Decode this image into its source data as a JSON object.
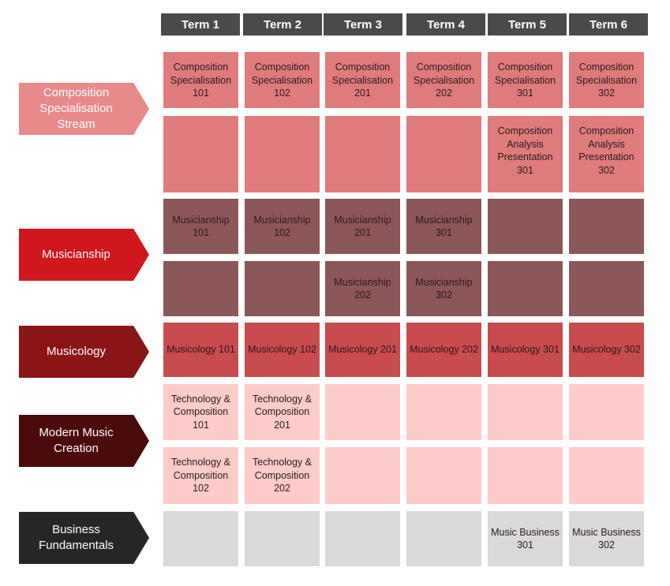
{
  "terms": [
    "Term 1",
    "Term 2",
    "Term 3",
    "Term 4",
    "Term 5",
    "Term 6"
  ],
  "streams": {
    "composition": {
      "label": "Composition\nSpecialisation\nStream",
      "color": "#e8898a",
      "text_color": "#ffffff"
    },
    "musicianship": {
      "label": "Musicianship",
      "color": "#d0171d",
      "text_color": "#ffffff"
    },
    "musicology": {
      "label": "Musicology",
      "color": "#8a1515",
      "text_color": "#ffffff"
    },
    "modern": {
      "label": "Modern Music\nCreation",
      "color": "#4a0b0b",
      "text_color": "#ffffff"
    },
    "business": {
      "label": "Business\nFundamentals",
      "color": "#262626",
      "text_color": "#ffffff"
    }
  },
  "colors": {
    "composition_cell": "#e07b7c",
    "musicianship_cell": "#8b5758",
    "musicology_cell": "#c84b4e",
    "modern_cell": "#fdcbc8",
    "business_cell": "#d9d9d9",
    "term_header": "#4a4a4a"
  },
  "rows": [
    {
      "stream": "composition",
      "cells": [
        "Composition\nSpecialisation\n101",
        "Composition\nSpecialisation\n102",
        "Composition\nSpecialisation\n201",
        "Composition\nSpecialisation\n202",
        "Composition\nSpecialisation\n301",
        "Composition\nSpecialisation\n302"
      ]
    },
    {
      "stream": "composition",
      "cells": [
        "",
        "",
        "",
        "",
        "Composition\nAnalysis\nPresentation\n301",
        "Composition\nAnalysis\nPresentation\n302"
      ]
    },
    {
      "stream": "musicianship",
      "cells": [
        "Musicianship\n101",
        "Musicianship\n102",
        "Musicianship\n201",
        "Musicianship\n301",
        "",
        ""
      ]
    },
    {
      "stream": "musicianship",
      "cells": [
        "",
        "",
        "Musicianship\n202",
        "Musicianship\n302",
        "",
        ""
      ]
    },
    {
      "stream": "musicology",
      "cells": [
        "Musicology 101",
        "Musicology 102",
        "Musicology 201",
        "Musicology 202",
        "Musicology 301",
        "Musicology 302"
      ]
    },
    {
      "stream": "modern",
      "cells": [
        "Technology &\nComposition\n101",
        "Technology &\nComposition\n201",
        "",
        "",
        "",
        ""
      ]
    },
    {
      "stream": "modern",
      "cells": [
        "Technology &\nComposition\n102",
        "Technology &\nComposition\n202",
        "",
        "",
        "",
        ""
      ]
    },
    {
      "stream": "business",
      "cells": [
        "",
        "",
        "",
        "",
        "Music Business\n301",
        "Music Business\n302"
      ]
    }
  ]
}
